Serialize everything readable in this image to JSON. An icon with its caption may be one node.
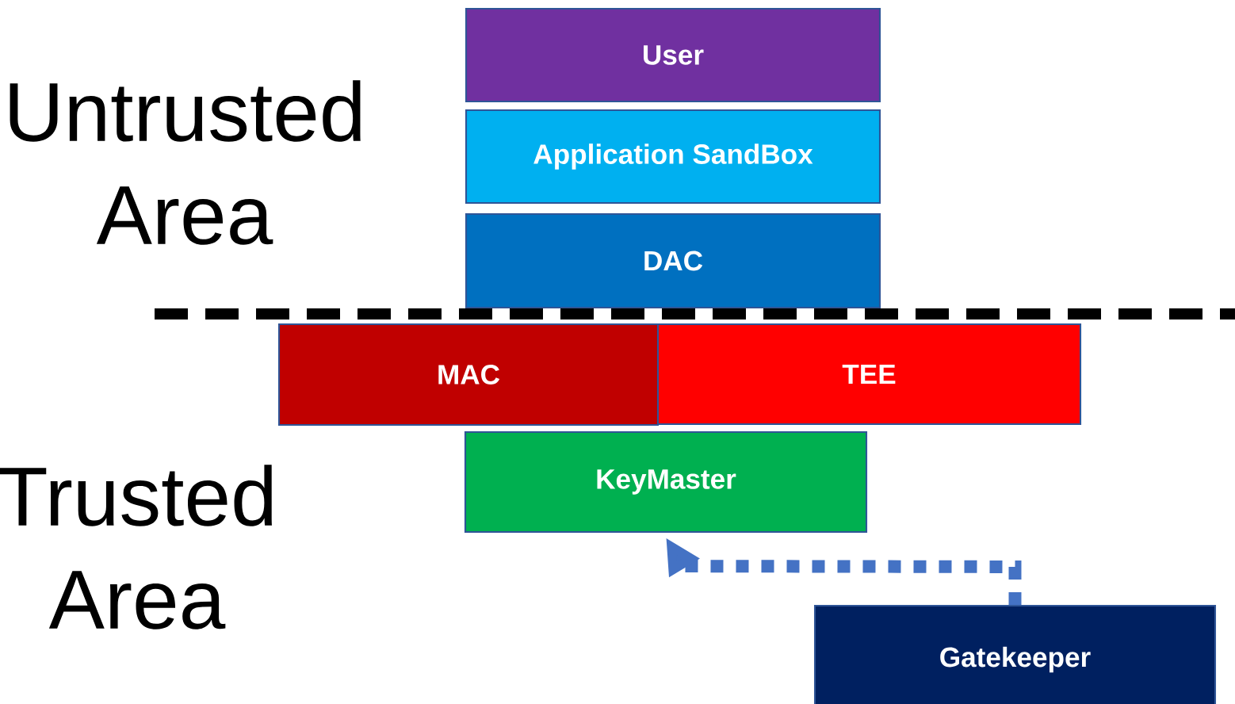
{
  "diagram": {
    "nodes": [
      {
        "text": [
          "User"
        ]
      },
      {
        "text": [
          "Application SandBox"
        ]
      },
      {
        "text": [
          "DAC"
        ]
      },
      {
        "text": [
          "MAC"
        ]
      },
      {
        "text": [
          "TEE"
        ]
      },
      {
        "text": [
          "KeyMaster"
        ]
      },
      {
        "text": [
          "Gatekeeper"
        ]
      }
    ],
    "edges": [
      {
        "from": 6,
        "to": 5,
        "arrow": "to",
        "style": "dashed",
        "color": "#4472c4"
      }
    ],
    "labels": [
      "Untrusted Area",
      "Trusted Area"
    ]
  }
}
